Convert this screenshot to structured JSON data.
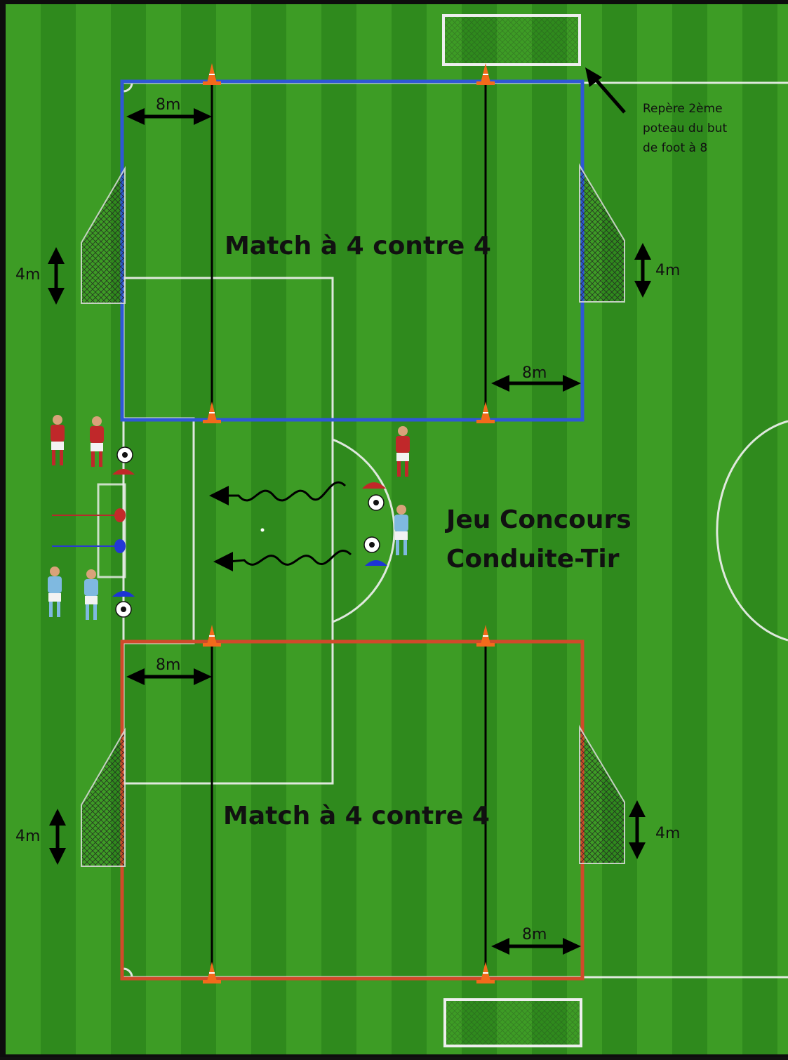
{
  "top_zone": {
    "title": "Match à 4 contre 4",
    "width_left": "8m",
    "width_right": "8m",
    "goal_left": "4m",
    "goal_right": "4m",
    "color": "#2f57d6"
  },
  "bottom_zone": {
    "title": "Match à 4 contre 4",
    "width_left": "8m",
    "width_right": "8m",
    "goal_left": "4m",
    "goal_right": "4m",
    "color": "#d04a2a"
  },
  "middle_game": {
    "title_line1": "Jeu Concours",
    "title_line2": "Conduite-Tir"
  },
  "note": {
    "line1": "Repère 2ème",
    "line2": "poteau du but",
    "line3": "de foot à 8"
  },
  "colors": {
    "grass_dark": "#2f8a1d",
    "grass_light": "#49ab2c",
    "red_team": "#c0282a",
    "blue_team": "#7fb9e0",
    "cone": "#f26a1b"
  }
}
